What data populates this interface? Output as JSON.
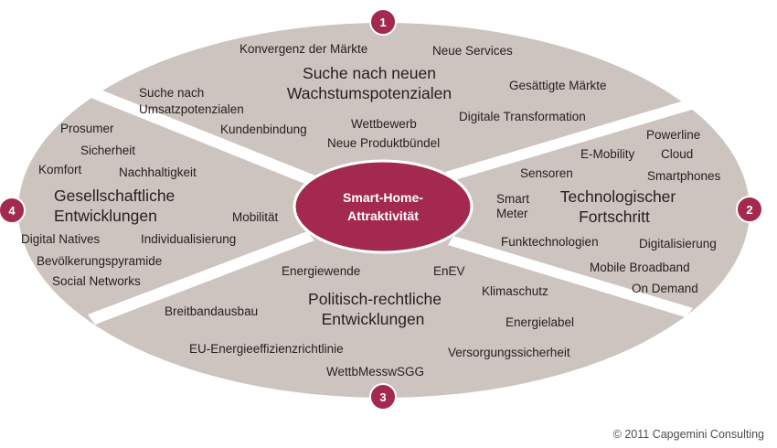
{
  "colors": {
    "segment_fill": "#cdc4bf",
    "accent": "#a3294f",
    "divider": "#ffffff",
    "text": "#231f20"
  },
  "center": {
    "line1": "Smart-Home-",
    "line2": "Attraktivität"
  },
  "badges": {
    "top": "1",
    "right": "2",
    "bottom": "3",
    "left": "4"
  },
  "segments": {
    "top": {
      "heading_line1": "Suche nach neuen",
      "heading_line2": "Wachstumspotenzialen",
      "terms": {
        "konvergenz": "Konvergenz der Märkte",
        "neue_services": "Neue Services",
        "gesaettigte_maerkte": "Gesättigte Märkte",
        "umsatz_line1": "Suche nach",
        "umsatz_line2": "Umsatzpotenzialen",
        "digitale_transformation": "Digitale Transformation",
        "kundenbindung": "Kundenbindung",
        "wettbewerb": "Wettbewerb",
        "neue_produktbuendel": "Neue Produktbündel"
      }
    },
    "right": {
      "heading_line1": "Technologischer",
      "heading_line2": "Fortschritt",
      "terms": {
        "powerline": "Powerline",
        "e_mobility": "E-Mobility",
        "cloud": "Cloud",
        "sensoren": "Sensoren",
        "smartphones": "Smartphones",
        "smart_meter_line1": "Smart",
        "smart_meter_line2": "Meter",
        "funktechnologien": "Funktechnologien",
        "digitalisierung": "Digitalisierung",
        "mobile_broadband": "Mobile Broadband",
        "on_demand": "On Demand"
      }
    },
    "bottom": {
      "heading_line1": "Politisch-rechtliche",
      "heading_line2": "Entwicklungen",
      "terms": {
        "energiewende": "Energiewende",
        "enev": "EnEV",
        "klimaschutz": "Klimaschutz",
        "breitbandausbau": "Breitbandausbau",
        "energielabel": "Energielabel",
        "eu_richtlinie": "EU-Energieeffizienzrichtlinie",
        "versorgungssicherheit": "Versorgungssicherheit",
        "wettbmesswsgg": "WettbMesswSGG"
      }
    },
    "left": {
      "heading_line1": "Gesellschaftliche",
      "heading_line2": "Entwicklungen",
      "terms": {
        "prosumer": "Prosumer",
        "sicherheit": "Sicherheit",
        "komfort": "Komfort",
        "nachhaltigkeit": "Nachhaltigkeit",
        "mobilitaet": "Mobilität",
        "digital_natives": "Digital Natives",
        "individualisierung": "Individualisierung",
        "bevoelkerungspyramide": "Bevölkerungspyramide",
        "social_networks": "Social Networks"
      }
    }
  },
  "footer": {
    "copyright": "© 2011 Capgemini Consulting"
  }
}
